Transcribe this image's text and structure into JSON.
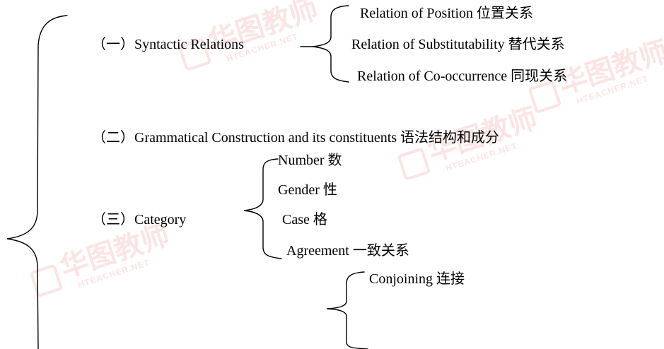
{
  "watermark": {
    "brand_cn": "华图教师",
    "brand_en": "HTEACHER.NET"
  },
  "section1": {
    "heading": "（一）Syntactic Relations",
    "items": [
      "Relation of Position 位置关系",
      "Relation of Substitutability 替代关系",
      "Relation of Co-occurrence  同现关系"
    ]
  },
  "section2": {
    "heading": "（二）Grammatical Construction and its constituents  语法结构和成分"
  },
  "section3": {
    "heading": "（三）Category",
    "items": [
      "Number 数",
      "Gender 性",
      "Case 格",
      "Agreement 一致关系"
    ]
  },
  "section4": {
    "items": [
      "Conjoining 连接"
    ]
  }
}
